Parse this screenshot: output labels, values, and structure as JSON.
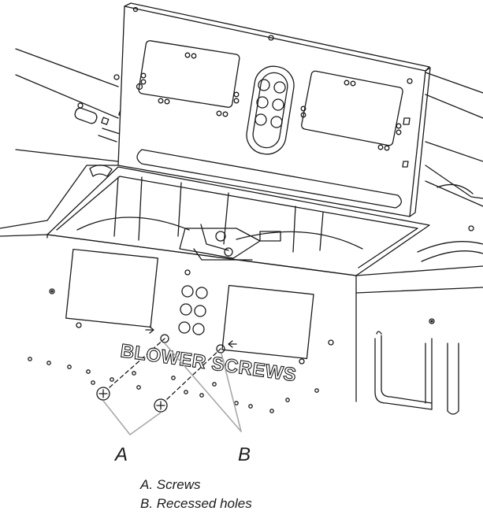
{
  "figure": {
    "engraved_text": "BLOWER SCREWS",
    "callout_a": "A",
    "callout_b": "B"
  },
  "legend": {
    "items": [
      "A. Screws",
      "B. Recessed holes"
    ]
  },
  "colors": {
    "line": "#1a1a1a",
    "leader": "#a8a8a8",
    "background": "#ffffff"
  }
}
